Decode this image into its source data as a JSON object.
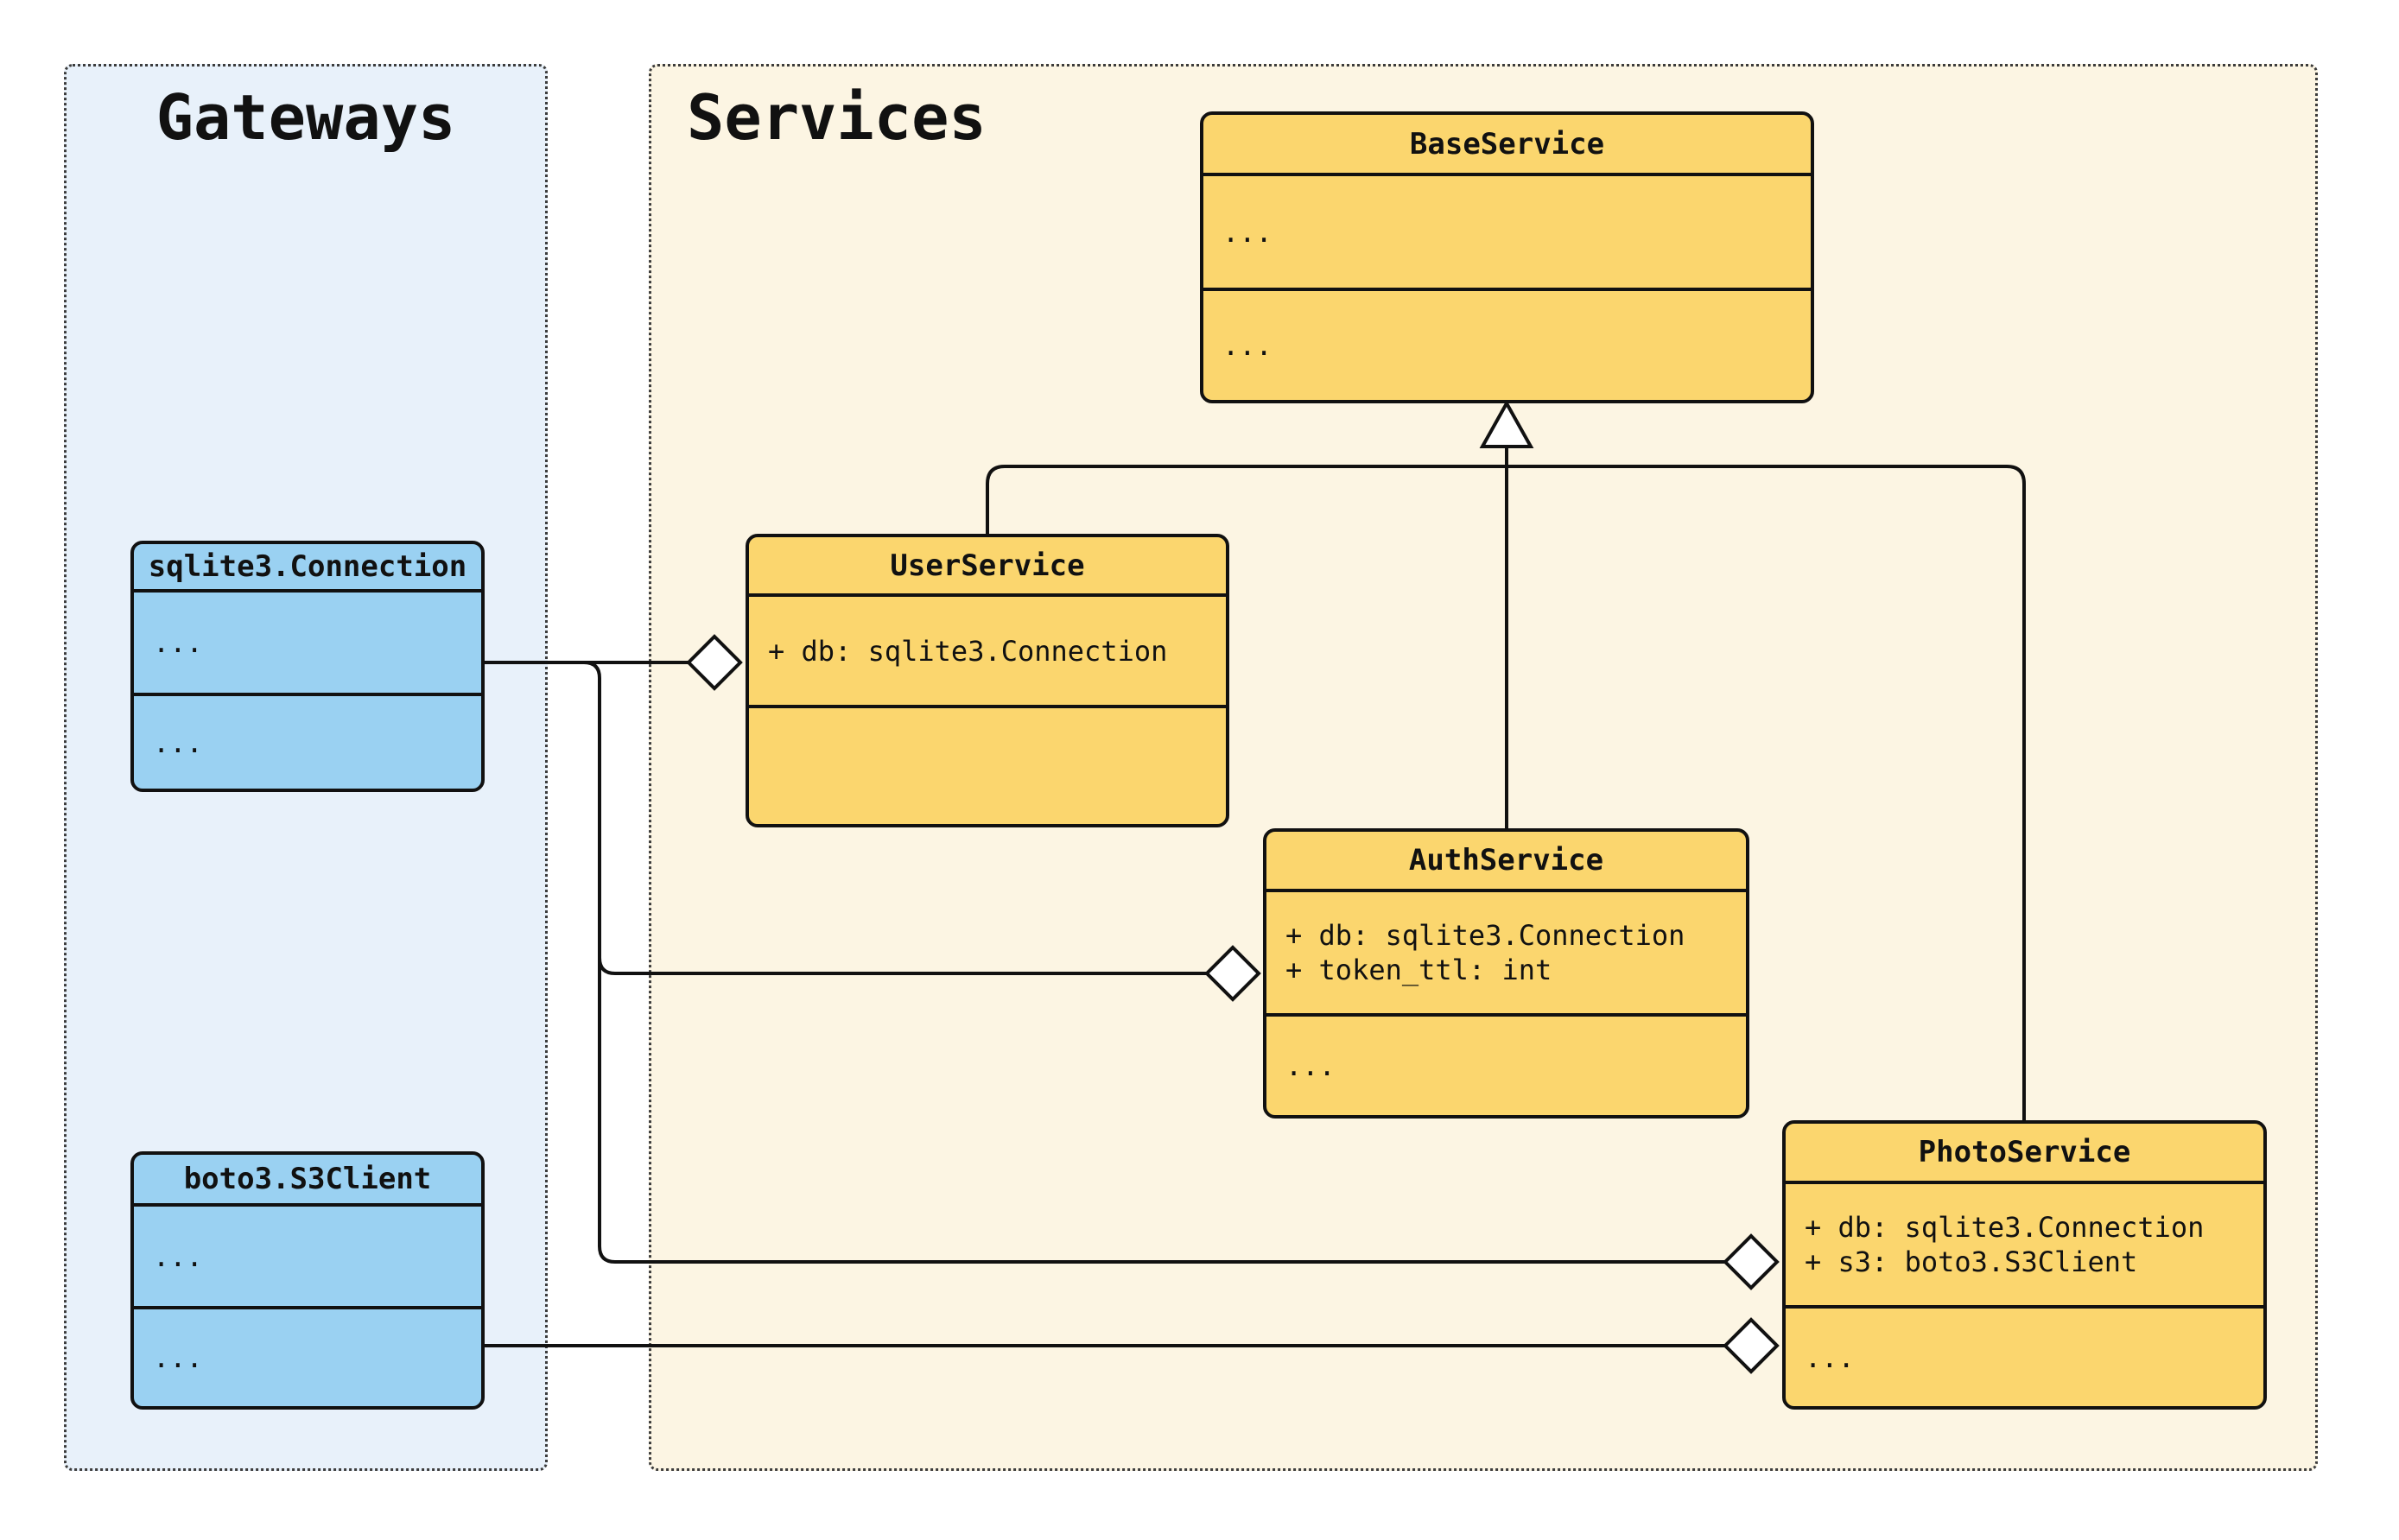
{
  "diagram": {
    "type": "uml-class-diagram",
    "colors": {
      "canvas": "#FFFFFF",
      "gateways_group_fill": "#E8F1FA",
      "services_group_fill": "#FCF5E3",
      "gateway_class_fill": "#9AD1F2",
      "service_class_fill": "#FBD66E",
      "stroke": "#111111"
    },
    "groups": [
      {
        "id": "gateways",
        "title": "Gateways"
      },
      {
        "id": "services",
        "title": "Services"
      }
    ],
    "classes": [
      {
        "id": "sqlite3_connection",
        "group": "Gateways",
        "name": "sqlite3.Connection",
        "attributes": "...",
        "methods": "..."
      },
      {
        "id": "boto3_s3client",
        "group": "Gateways",
        "name": "boto3.S3Client",
        "attributes": "...",
        "methods": "..."
      },
      {
        "id": "base_service",
        "group": "Services",
        "name": "BaseService",
        "attributes": "...",
        "methods": "..."
      },
      {
        "id": "user_service",
        "group": "Services",
        "name": "UserService",
        "attributes": "+ db: sqlite3.Connection",
        "methods": ""
      },
      {
        "id": "auth_service",
        "group": "Services",
        "name": "AuthService",
        "attributes": "+ db: sqlite3.Connection\n+ token_ttl: int",
        "methods": "..."
      },
      {
        "id": "photo_service",
        "group": "Services",
        "name": "PhotoService",
        "attributes": "+ db: sqlite3.Connection\n+ s3: boto3.S3Client",
        "methods": "..."
      }
    ],
    "relationships": [
      {
        "type": "inheritance",
        "from": "UserService",
        "to": "BaseService"
      },
      {
        "type": "inheritance",
        "from": "AuthService",
        "to": "BaseService"
      },
      {
        "type": "inheritance",
        "from": "PhotoService",
        "to": "BaseService"
      },
      {
        "type": "aggregation",
        "from": "UserService",
        "to": "sqlite3.Connection",
        "member": "db"
      },
      {
        "type": "aggregation",
        "from": "AuthService",
        "to": "sqlite3.Connection",
        "member": "db"
      },
      {
        "type": "aggregation",
        "from": "PhotoService",
        "to": "sqlite3.Connection",
        "member": "db"
      },
      {
        "type": "aggregation",
        "from": "PhotoService",
        "to": "boto3.S3Client",
        "member": "s3"
      }
    ]
  }
}
